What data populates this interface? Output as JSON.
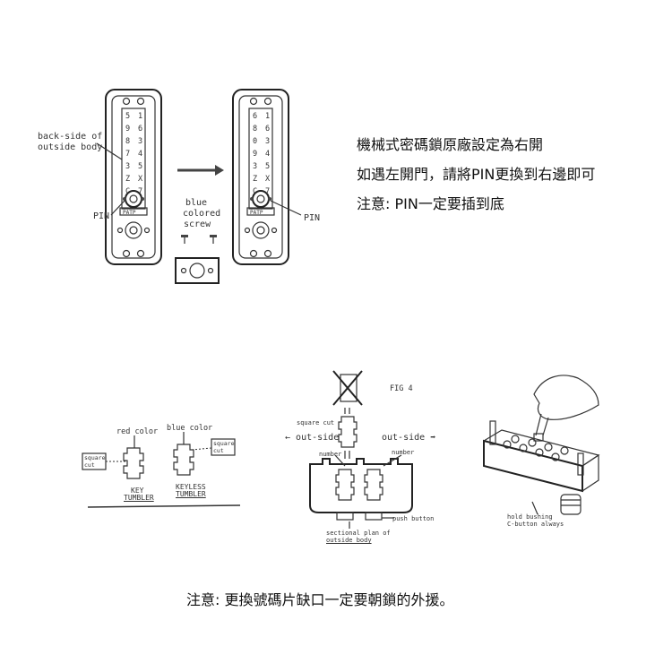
{
  "top_figure": {
    "left_panel": {
      "caption_line1": "back-side of",
      "caption_line2": "outside body",
      "pin_label": "PIN",
      "buttons_left": [
        "5",
        "9",
        "8",
        "7",
        "3",
        "Z",
        "C"
      ],
      "buttons_right": [
        "1",
        "6",
        "3",
        "4",
        "5",
        "X",
        "7"
      ],
      "model_mark": "PATP"
    },
    "arrow_caption": [
      "blue",
      "colored",
      "screw"
    ],
    "right_panel": {
      "pin_label": "PIN",
      "buttons_left": [
        "6",
        "8",
        "0",
        "9",
        "3",
        "Z",
        "C"
      ],
      "buttons_right": [
        "1",
        "6",
        "3",
        "4",
        "5",
        "X",
        "7"
      ],
      "model_mark": "PATP"
    }
  },
  "notes": {
    "line1": "機械式密碼鎖原廠設定為右開",
    "line2": "如遇左開門，請將PIN更換到右邊即可",
    "line3": "注意: PIN一定要插到底"
  },
  "bottom_left": {
    "red_color": "red color",
    "blue_color": "blue color",
    "square_cut_left": [
      "square",
      "cut"
    ],
    "square_cut_right": [
      "square",
      "cut"
    ],
    "key_tumbler": [
      "KEY",
      "TUMBLER"
    ],
    "keyless_tumbler": [
      "KEYLESS",
      "TUMBLER"
    ]
  },
  "bottom_middle": {
    "fig": "FIG 4",
    "square_cut": "square cut",
    "out_side_left": "out-side",
    "out_side_right": "out-side",
    "number_left": "number",
    "number_right": "number",
    "push_button": "push button",
    "sectional_plan": [
      "sectional plan of",
      "outside body"
    ]
  },
  "bottom_right": {
    "hold_bushing": [
      "hold bushing",
      "C-button always"
    ]
  },
  "footer_note": "注意: 更換號碼片缺口一定要朝鎖的外援。"
}
